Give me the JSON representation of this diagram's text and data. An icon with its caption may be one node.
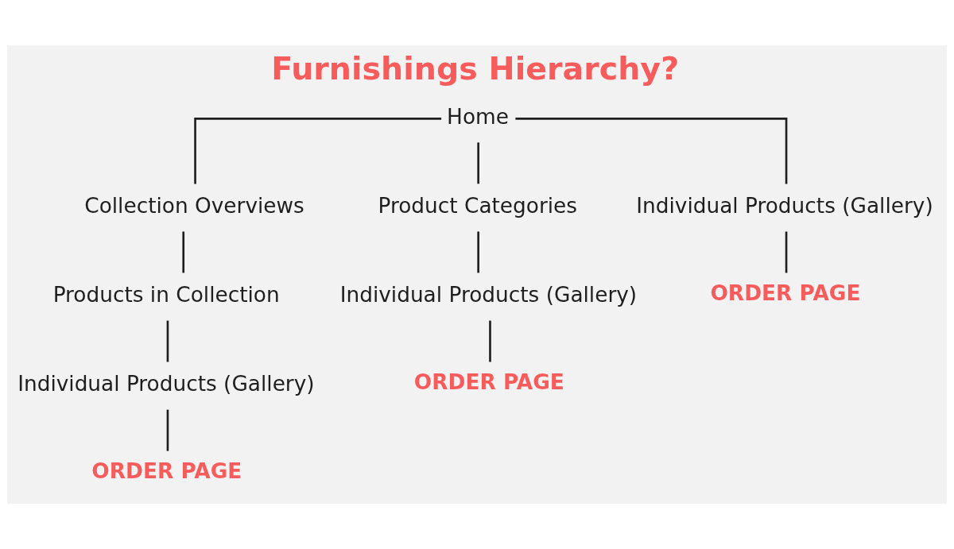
{
  "diagram": {
    "title": "Furnishings Hierarchy?",
    "nodes": [
      {
        "text": [
          "Home"
        ]
      },
      {
        "text": [
          "Collection Overviews"
        ]
      },
      {
        "text": [
          "Product Categories"
        ]
      },
      {
        "text": [
          "Individual Products (Gallery)"
        ]
      },
      {
        "text": [
          "Products in Collection"
        ]
      },
      {
        "text": [
          "Individual Products (Gallery)"
        ]
      },
      {
        "text": [
          "ORDER PAGE"
        ]
      },
      {
        "text": [
          "Individual Products (Gallery)"
        ]
      },
      {
        "text": [
          "ORDER PAGE"
        ]
      },
      {
        "text": [
          "ORDER PAGE"
        ]
      }
    ],
    "edges": [
      {
        "from": 0,
        "to": 1,
        "arrow": "none"
      },
      {
        "from": 0,
        "to": 2,
        "arrow": "none"
      },
      {
        "from": 0,
        "to": 3,
        "arrow": "none"
      },
      {
        "from": 1,
        "to": 4,
        "arrow": "none"
      },
      {
        "from": 4,
        "to": 7,
        "arrow": "none"
      },
      {
        "from": 7,
        "to": 9,
        "arrow": "none"
      },
      {
        "from": 2,
        "to": 5,
        "arrow": "none"
      },
      {
        "from": 5,
        "to": 8,
        "arrow": "none"
      },
      {
        "from": 3,
        "to": 6,
        "arrow": "none"
      }
    ]
  }
}
